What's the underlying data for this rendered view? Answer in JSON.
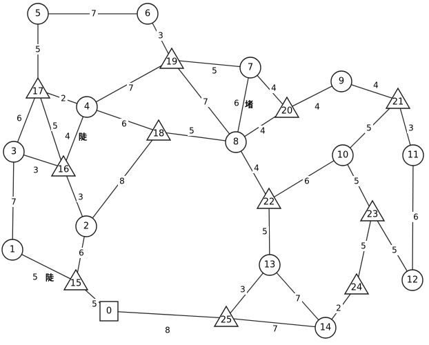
{
  "nodes": [
    {
      "id": "0",
      "label": "0",
      "shape": "square"
    },
    {
      "id": "1",
      "label": "1",
      "shape": "circle"
    },
    {
      "id": "2",
      "label": "2",
      "shape": "circle"
    },
    {
      "id": "3",
      "label": "3",
      "shape": "circle"
    },
    {
      "id": "4",
      "label": "4",
      "shape": "circle"
    },
    {
      "id": "5",
      "label": "5",
      "shape": "circle"
    },
    {
      "id": "6",
      "label": "6",
      "shape": "circle"
    },
    {
      "id": "7",
      "label": "7",
      "shape": "circle"
    },
    {
      "id": "8",
      "label": "8",
      "shape": "circle"
    },
    {
      "id": "9",
      "label": "9",
      "shape": "circle"
    },
    {
      "id": "10",
      "label": "10",
      "shape": "circle"
    },
    {
      "id": "11",
      "label": "11",
      "shape": "circle"
    },
    {
      "id": "12",
      "label": "12",
      "shape": "circle"
    },
    {
      "id": "13",
      "label": "13",
      "shape": "circle"
    },
    {
      "id": "14",
      "label": "14",
      "shape": "circle"
    },
    {
      "id": "15",
      "label": "15",
      "shape": "triangle"
    },
    {
      "id": "16",
      "label": "16",
      "shape": "triangle"
    },
    {
      "id": "17",
      "label": "17",
      "shape": "triangle"
    },
    {
      "id": "18",
      "label": "18",
      "shape": "triangle"
    },
    {
      "id": "19",
      "label": "19",
      "shape": "triangle"
    },
    {
      "id": "20",
      "label": "20",
      "shape": "triangle"
    },
    {
      "id": "21",
      "label": "21",
      "shape": "triangle"
    },
    {
      "id": "22",
      "label": "22",
      "shape": "triangle"
    },
    {
      "id": "23",
      "label": "23",
      "shape": "triangle"
    },
    {
      "id": "24",
      "label": "24",
      "shape": "triangle"
    },
    {
      "id": "25",
      "label": "25",
      "shape": "triangle"
    }
  ],
  "edges": [
    {
      "from": "5",
      "to": "6",
      "weight": "7"
    },
    {
      "from": "5",
      "to": "17",
      "weight": "5"
    },
    {
      "from": "6",
      "to": "19",
      "weight": "3"
    },
    {
      "from": "17",
      "to": "4",
      "weight": "2"
    },
    {
      "from": "17",
      "to": "3",
      "weight": "6"
    },
    {
      "from": "17",
      "to": "16",
      "weight": "5"
    },
    {
      "from": "4",
      "to": "19",
      "weight": "7"
    },
    {
      "from": "4",
      "to": "18",
      "weight": "6"
    },
    {
      "from": "4",
      "to": "16",
      "weight": "4"
    },
    {
      "from": "19",
      "to": "7",
      "weight": "5"
    },
    {
      "from": "19",
      "to": "8",
      "weight": "7"
    },
    {
      "from": "7",
      "to": "8",
      "weight": "6"
    },
    {
      "from": "7",
      "to": "20",
      "weight": "4"
    },
    {
      "from": "18",
      "to": "8",
      "weight": "5"
    },
    {
      "from": "18",
      "to": "2",
      "weight": "8"
    },
    {
      "from": "3",
      "to": "16",
      "weight": "3"
    },
    {
      "from": "3",
      "to": "1",
      "weight": "7"
    },
    {
      "from": "16",
      "to": "2",
      "weight": "3"
    },
    {
      "from": "8",
      "to": "20",
      "weight": "4"
    },
    {
      "from": "8",
      "to": "22",
      "weight": "4"
    },
    {
      "from": "20",
      "to": "9",
      "weight": "4"
    },
    {
      "from": "9",
      "to": "21",
      "weight": "4"
    },
    {
      "from": "21",
      "to": "10",
      "weight": "5"
    },
    {
      "from": "21",
      "to": "11",
      "weight": "3"
    },
    {
      "from": "10",
      "to": "22",
      "weight": "6"
    },
    {
      "from": "10",
      "to": "23",
      "weight": "5"
    },
    {
      "from": "22",
      "to": "13",
      "weight": "5"
    },
    {
      "from": "11",
      "to": "12",
      "weight": "6"
    },
    {
      "from": "23",
      "to": "12",
      "weight": "5"
    },
    {
      "from": "23",
      "to": "24",
      "weight": "5"
    },
    {
      "from": "2",
      "to": "15",
      "weight": "6"
    },
    {
      "from": "1",
      "to": "15",
      "weight": "5"
    },
    {
      "from": "15",
      "to": "0",
      "weight": "5"
    },
    {
      "from": "0",
      "to": "25",
      "weight": "8"
    },
    {
      "from": "25",
      "to": "14",
      "weight": "7"
    },
    {
      "from": "25",
      "to": "13",
      "weight": "3"
    },
    {
      "from": "13",
      "to": "14",
      "weight": "7"
    },
    {
      "from": "24",
      "to": "14",
      "weight": "2"
    }
  ],
  "annotations": [
    {
      "id": "ann-4-16",
      "text": "陡"
    },
    {
      "id": "ann-7-8",
      "text": "堵"
    },
    {
      "id": "ann-1-15",
      "text": "陡"
    }
  ]
}
